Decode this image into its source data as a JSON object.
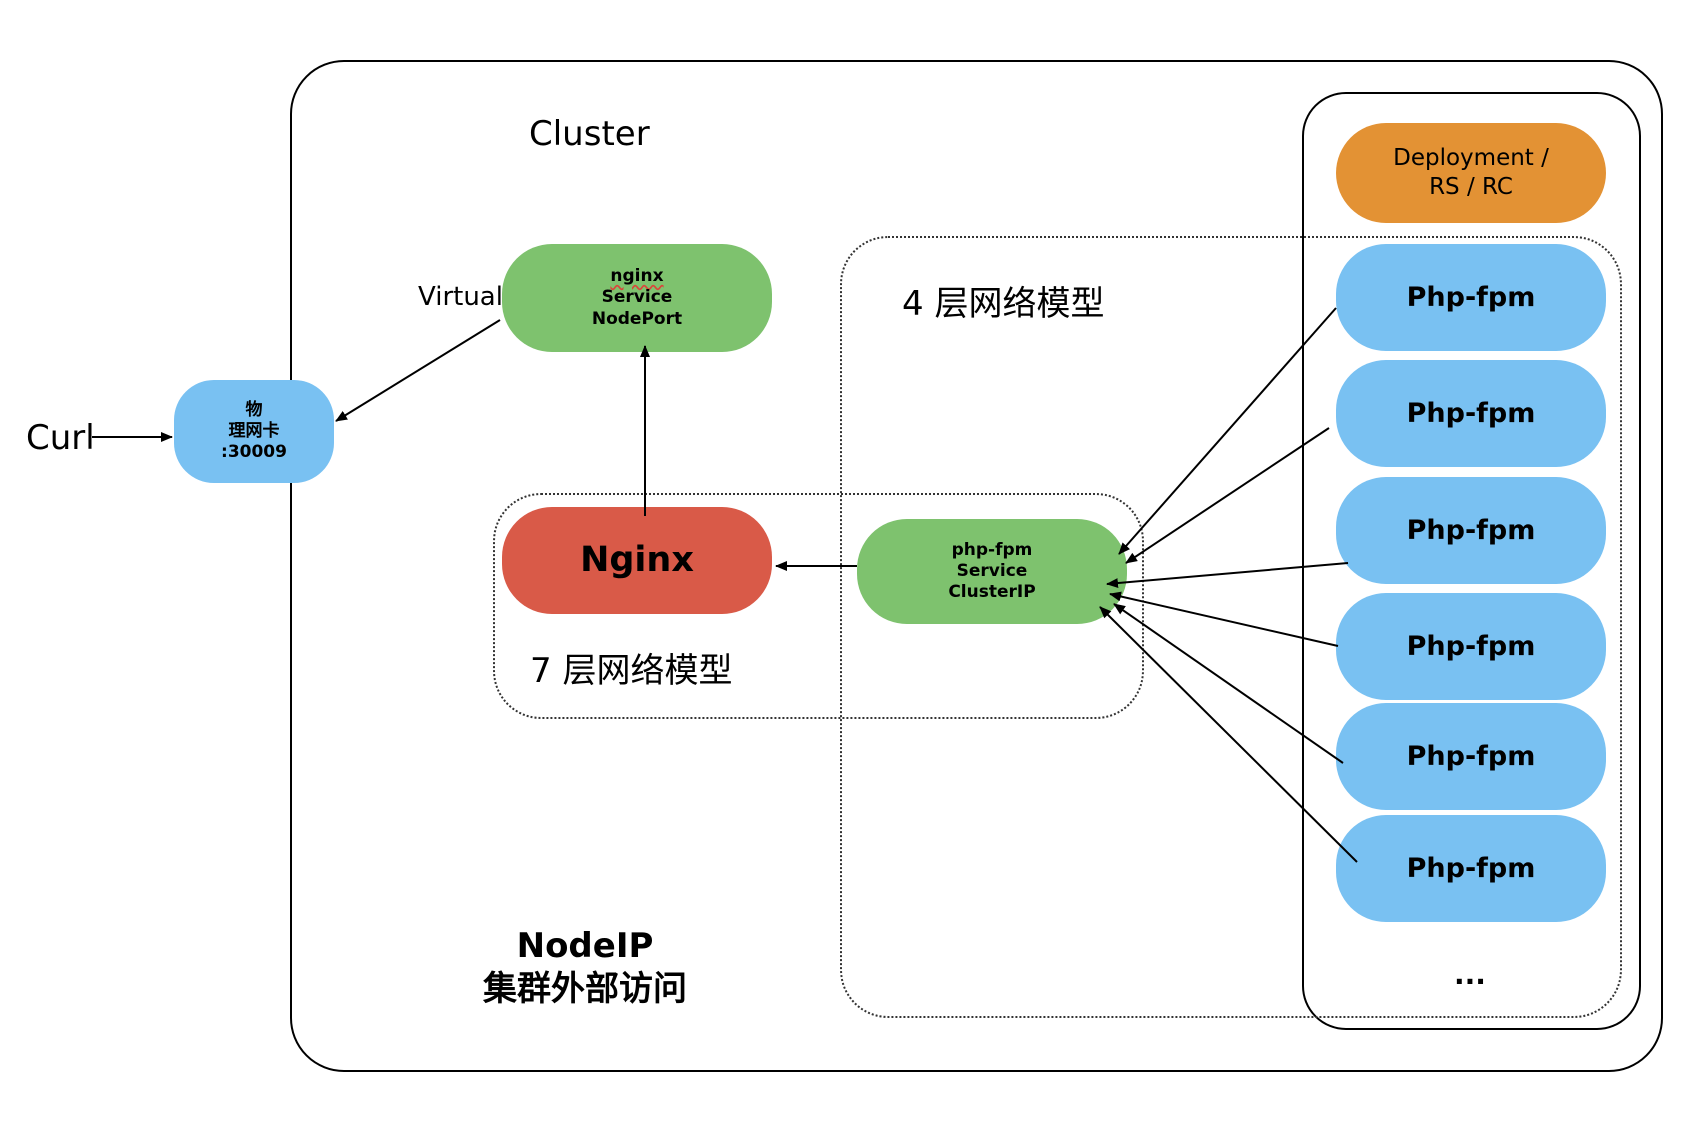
{
  "curl_label": "Curl",
  "cluster_label": "Cluster",
  "virtual_ip_label": "Virtual IP",
  "nic_node": {
    "line1": "物",
    "line2": "理网卡",
    "line3": ":30009"
  },
  "nginx_service": {
    "line1": "nginx",
    "line2": "Service",
    "line3": "NodePort"
  },
  "nginx_label": "Nginx",
  "layer7_label": "7 层网络模型",
  "layer4_label": "4 层网络模型",
  "phpfpm_service": {
    "line1": "php-fpm",
    "line2": "Service",
    "line3": "ClusterIP"
  },
  "deployment": {
    "line1": "Deployment /",
    "line2": "RS / RC"
  },
  "pods": [
    "Php-fpm",
    "Php-fpm",
    "Php-fpm",
    "Php-fpm",
    "Php-fpm",
    "Php-fpm"
  ],
  "ellipsis": "...",
  "footer": {
    "line1": "NodeIP",
    "line2": "集群外部访问"
  },
  "colors": {
    "service_green": "#7ec26e",
    "pod_blue": "#79c1f2",
    "nginx_red": "#d95a48",
    "deployment_orange": "#e39234"
  }
}
